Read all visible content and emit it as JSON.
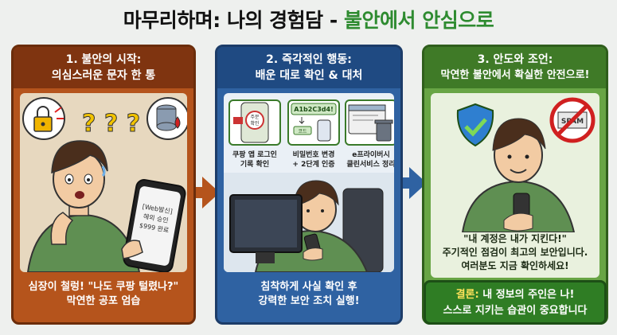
{
  "title": {
    "main": "마무리하며: 나의 경험담 - ",
    "highlight": "불안에서 안심으로"
  },
  "panel1": {
    "heading_line1": "1. 불안의 시작:",
    "heading_line2": "의심스러운 문자 한 통",
    "phone_line1": "[Web발신]",
    "phone_line2": "해외 승인",
    "phone_line3": "$999 완료",
    "qmarks": "? ? ?",
    "footer_line1": "심장이 철렁! \"나도 쿠팡 털렸나?\"",
    "footer_line2": "막연한 공포 엄습"
  },
  "panel2": {
    "heading_line1": "2. 즉각적인 행동:",
    "heading_line2": "배운 대로 확인 & 대처",
    "card1_text_line1": "주문",
    "card1_text_line2": "확인",
    "card1_caption_line1": "쿠팡 앱 로그인",
    "card1_caption_line2": "기록 확인",
    "card2_code": "A1b2C3d4!",
    "card2_chip": "코드",
    "card2_caption_line1": "비밀번호 변경",
    "card2_caption_line2": "+ 2단계 인증",
    "card3_caption_line1": "e프라이버시",
    "card3_caption_line2": "클린서비스 정리",
    "footer_line1": "침착하게 사실 확인 후",
    "footer_line2": "강력한 보안 조치 실행!"
  },
  "panel3": {
    "heading_line1": "3. 안도와 조언:",
    "heading_line2": "막연한 불안에서 확실한 안전으로!",
    "spam_label": "SPAM",
    "quote_line1": "\"내 계정은 내가 지킨다!\"",
    "quote_line2": "주기적인 점검이 최고의 보안입니다.",
    "quote_line3": "여러분도 지금 확인하세요!"
  },
  "conclusion": {
    "label": "결론:",
    "line1_rest": " 내 정보의 주인은 나!",
    "line2": "스스로 지키는 습관이 중요합니다"
  },
  "colors": {
    "panel1": "#b5541c",
    "panel2": "#2f62a2",
    "panel3": "#68a545",
    "title_highlight": "#2e8b30"
  }
}
